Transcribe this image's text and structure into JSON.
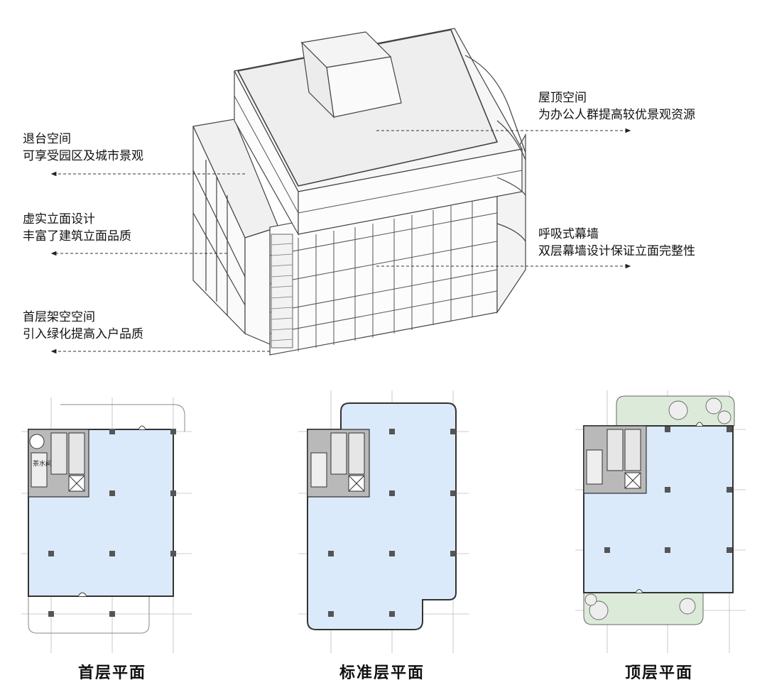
{
  "annotations": {
    "setback": {
      "line1": "退台空间",
      "line2": "可享受园区及城市景观"
    },
    "facade": {
      "line1": "虚实立面设计",
      "line2": "丰富了建筑立面品质"
    },
    "ground": {
      "line1": "首层架空空间",
      "line2": "引入绿化提高入户品质"
    },
    "roof": {
      "line1": "屋顶空间",
      "line2": "为办公人群提高较优景观资源"
    },
    "curtain": {
      "line1": "呼吸式幕墙",
      "line2": "双层幕墙设计保证立面完整性"
    }
  },
  "plans": {
    "ground": {
      "title": "首层平面",
      "room_label": "茶水间"
    },
    "standard": {
      "title": "标准层平面"
    },
    "top": {
      "title": "顶层平面"
    }
  },
  "colors": {
    "floor_blue": "#dbeafa",
    "core_gray": "#b9b9b9",
    "green_terrace": "#dcebd9",
    "line": "#333333"
  }
}
